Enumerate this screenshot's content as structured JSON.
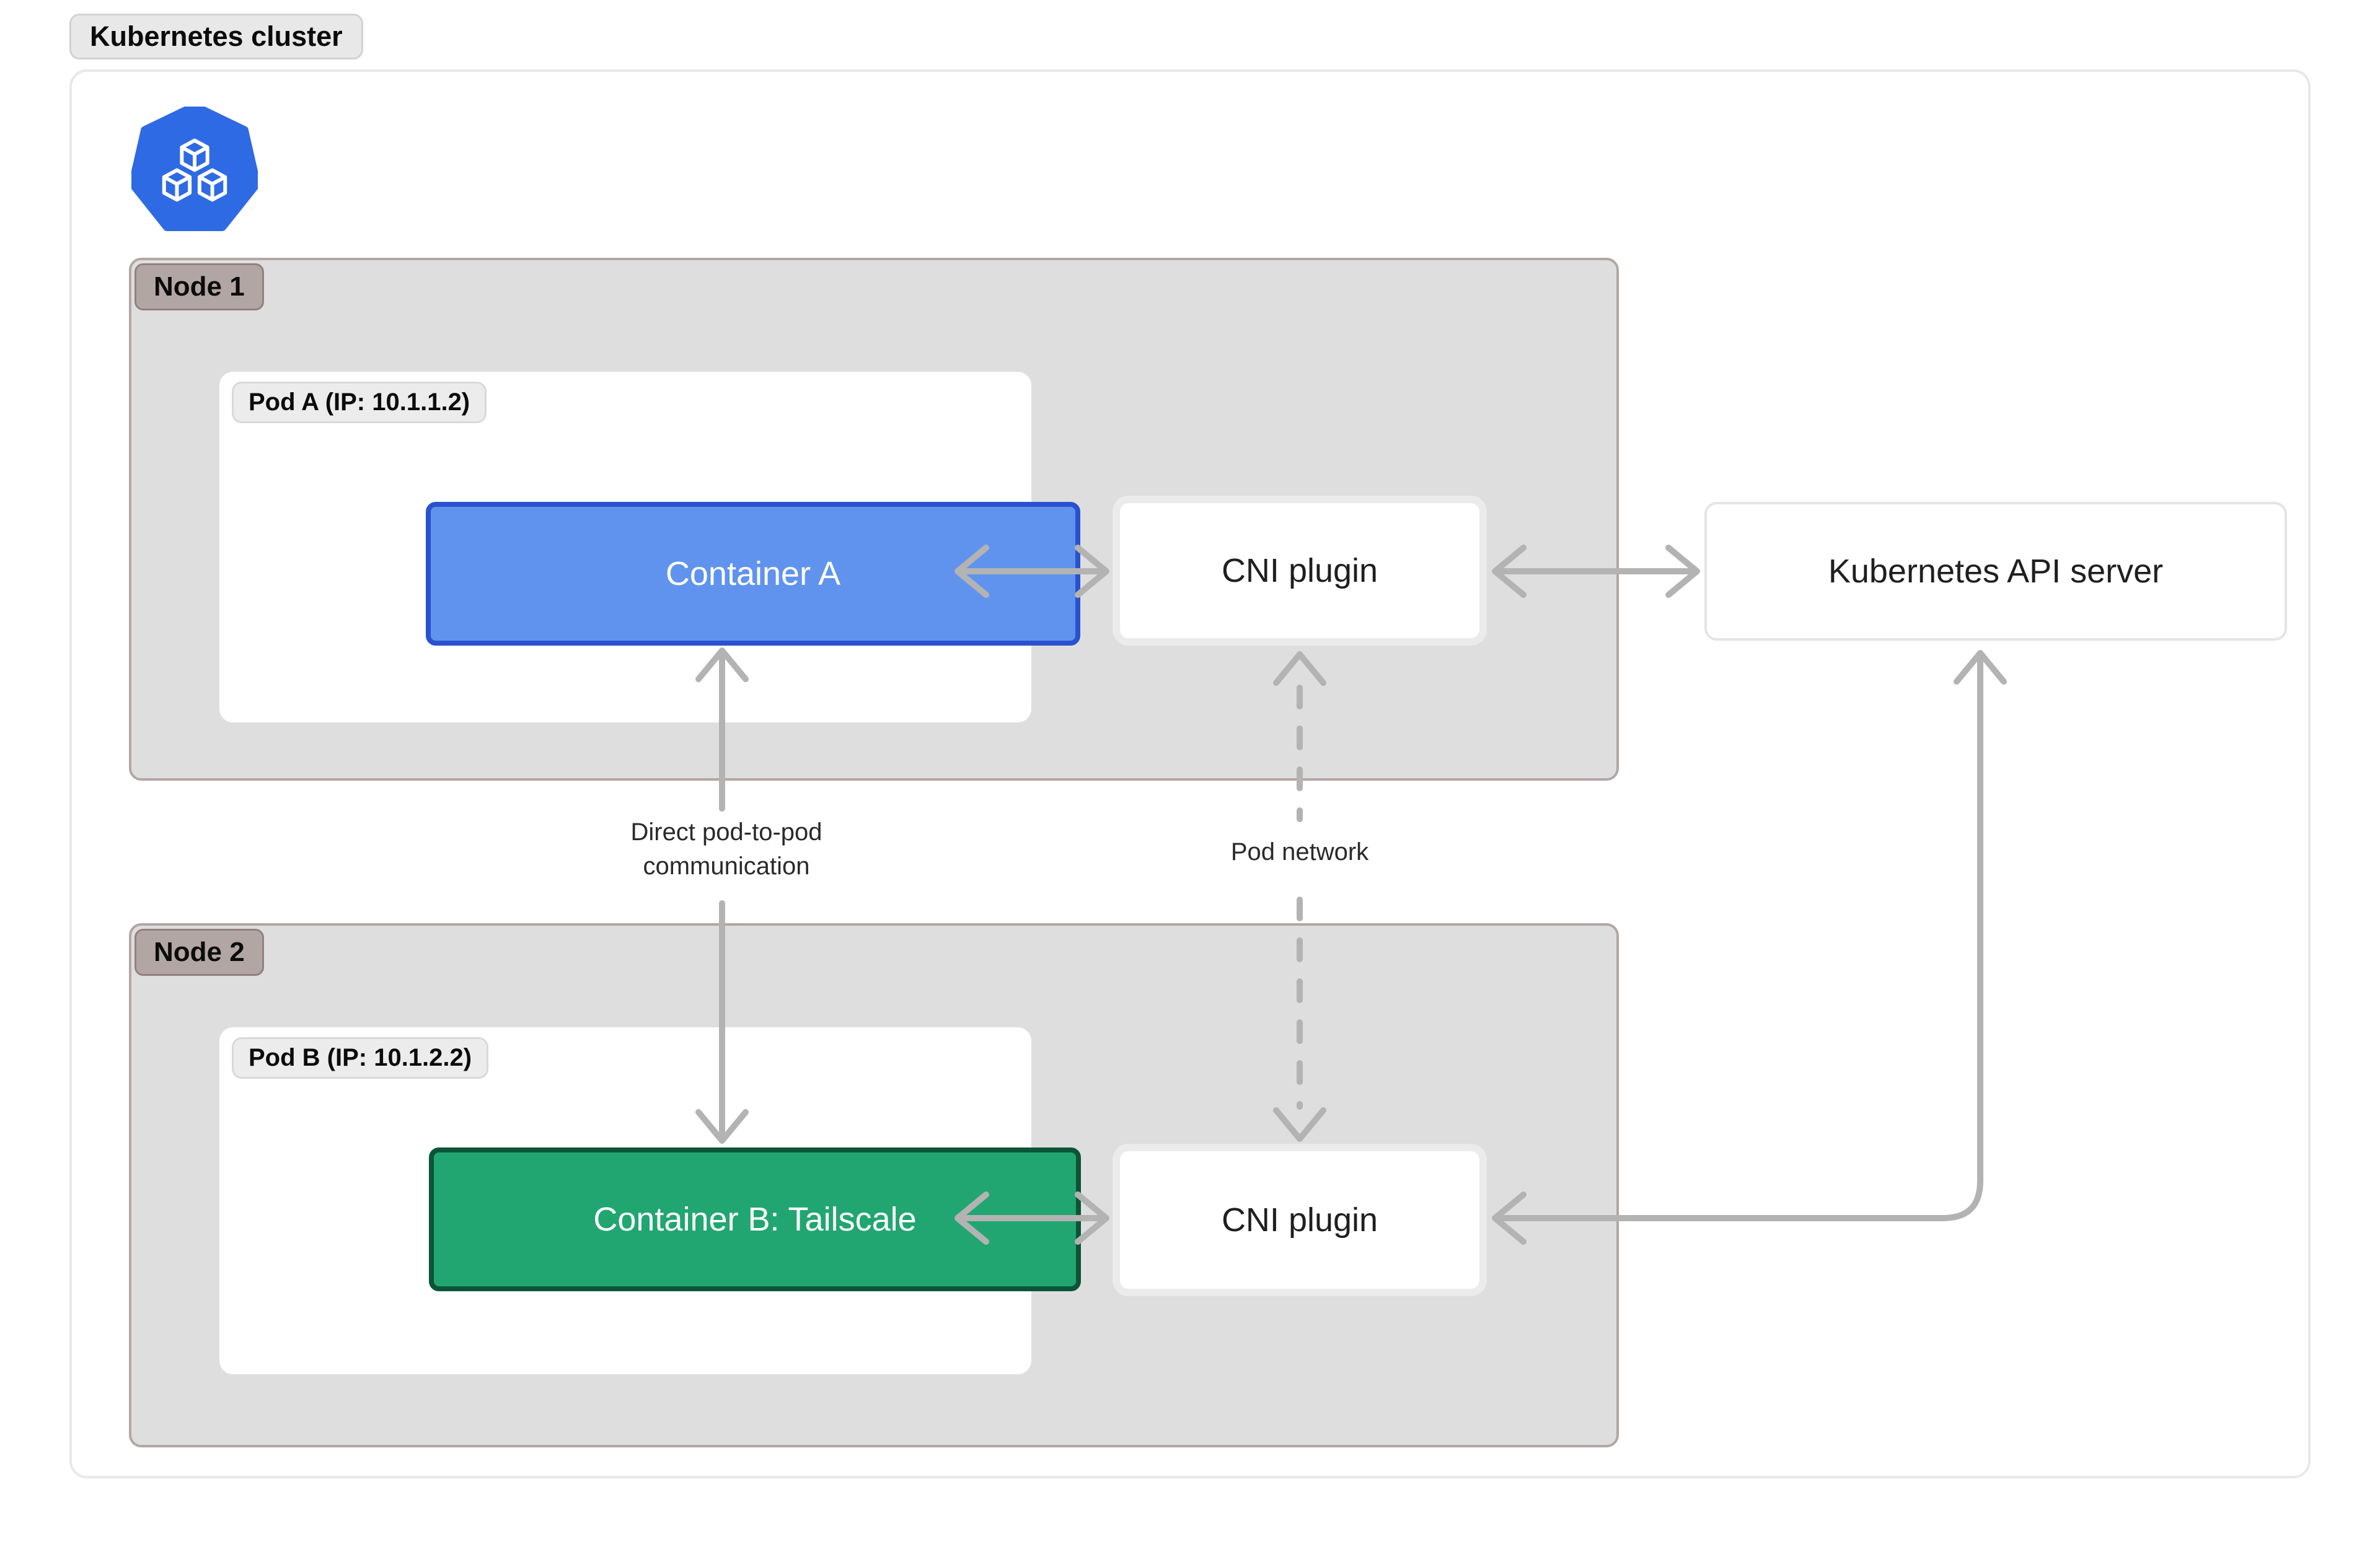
{
  "cluster": {
    "label": "Kubernetes cluster"
  },
  "logo": {
    "name": "kubernetes-logo"
  },
  "nodes": [
    {
      "label": "Node 1",
      "pod": {
        "label": "Pod A (IP: 10.1.1.2)",
        "container": {
          "label": "Container A"
        }
      },
      "cni": {
        "label": "CNI plugin"
      }
    },
    {
      "label": "Node 2",
      "pod": {
        "label": "Pod B (IP: 10.1.2.2)",
        "container": {
          "label": "Container B: Tailscale"
        }
      },
      "cni": {
        "label": "CNI plugin"
      }
    }
  ],
  "api_server": {
    "label": "Kubernetes API server"
  },
  "edges": {
    "pod_to_pod": {
      "label": "Direct pod-to-pod communication",
      "style": "solid-double-arrow"
    },
    "pod_network": {
      "label": "Pod network",
      "style": "dashed-double-arrow"
    },
    "container_a_cni": {
      "style": "solid-double-arrow"
    },
    "cni_api": {
      "style": "solid-double-arrow"
    },
    "container_b_cni": {
      "style": "solid-double-arrow"
    },
    "api_to_cni2": {
      "style": "solid-elbow-double-arrow"
    }
  },
  "colors": {
    "container_a_fill": "#6093ee",
    "container_a_border": "#2a52cf",
    "container_b_fill": "#22a671",
    "container_b_border": "#0b5438",
    "node_fill": "#dfdede",
    "node_border": "#b3a6a4",
    "node_badge_fill": "#b2a6a5",
    "cni_halo": "#ecebeb",
    "outer_border": "#e8e8e8",
    "arrow": "#b3b3b3",
    "logo_blue": "#2e6ae3"
  }
}
